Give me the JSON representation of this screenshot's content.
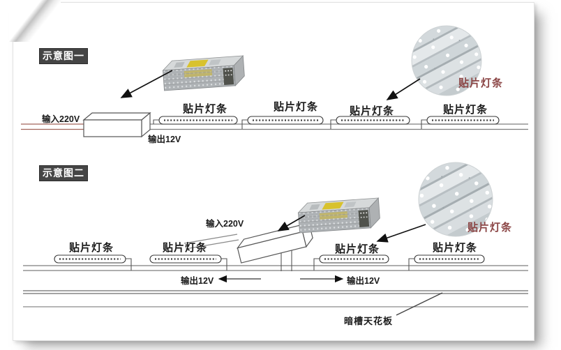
{
  "colors": {
    "badge_bg": "#454545",
    "badge_text": "#ffffff",
    "closeup_label_red": "#8b4545",
    "input_wire_red": "#a2645a",
    "bus_line_gray": "#7d7d7d"
  },
  "diagram1": {
    "badge": "示意图一",
    "input_label": "输入220V",
    "output_label": "输出12V",
    "strip_labels": [
      "贴片灯条",
      "贴片灯条",
      "贴片灯条",
      "贴片灯条"
    ],
    "closeup_label": "贴片灯条"
  },
  "diagram2": {
    "badge": "示意图二",
    "input_label": "输入220V",
    "output_left_label": "输出12V",
    "output_right_label": "输出12V",
    "strip_labels": [
      "贴片灯条",
      "贴片灯条",
      "贴片灯条",
      "贴片灯条"
    ],
    "closeup_label": "贴片灯条",
    "ceiling_label": "暗槽天花板"
  }
}
